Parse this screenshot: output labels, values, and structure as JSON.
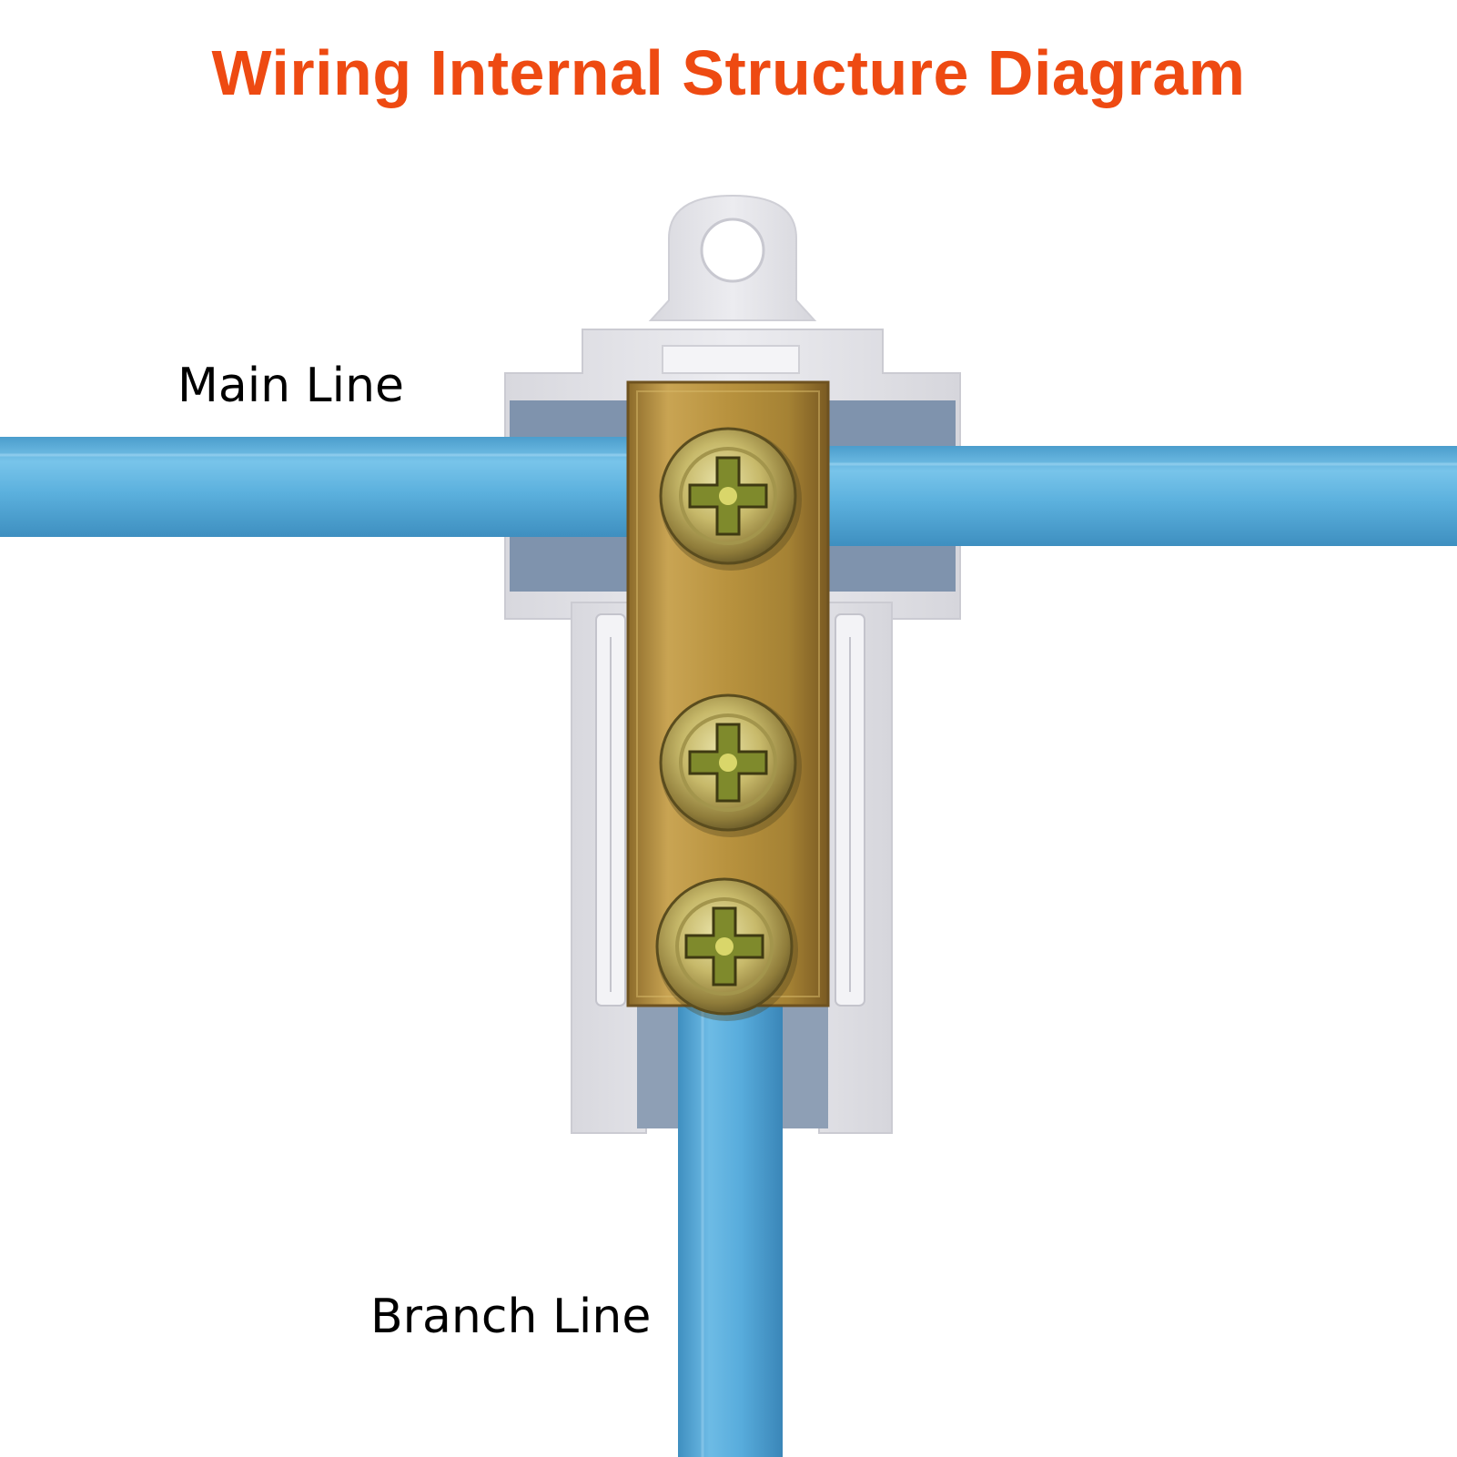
{
  "title": "Wiring Internal Structure Diagram",
  "labels": {
    "main_line": "Main Line",
    "branch_line": "Branch Line"
  },
  "colors": {
    "title": "#ee4a12",
    "cable": "#58aedb",
    "housing": "#e6e6ea",
    "brass": "#b8923e",
    "screw": "#c9c27a"
  },
  "parts": {
    "screw_count": 3
  }
}
